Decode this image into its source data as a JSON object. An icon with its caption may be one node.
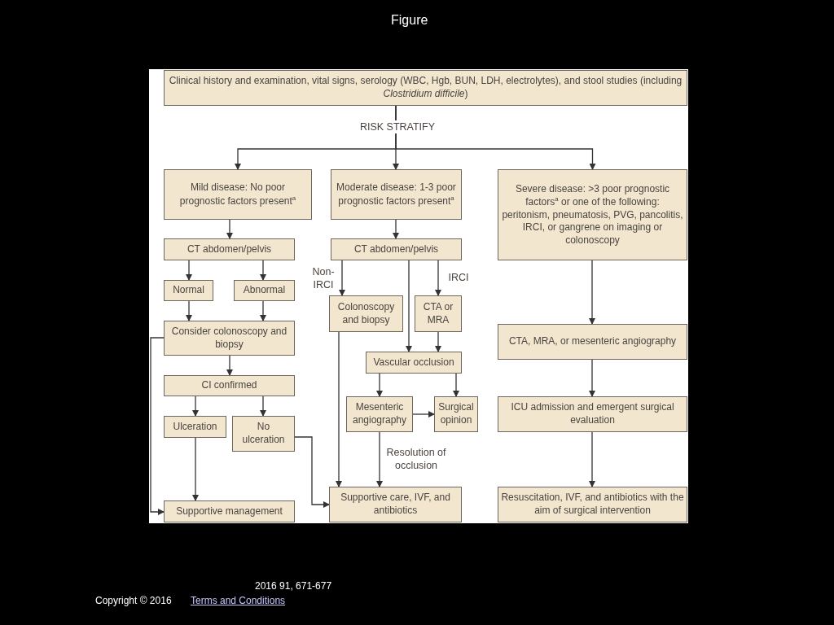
{
  "diagram": {
    "nodes": [
      {
        "text": [
          "Clinical history and examination, vital signs, serology (WBC, Hgb, BUN, LDH, electrolytes), and stool studies (including *Clostridium difficile*)"
        ]
      },
      {
        "text": [
          "Mild disease: No poor prognostic factors present$^{a}$"
        ]
      },
      {
        "text": [
          "Moderate disease: 1-3 poor prognostic factors present$^{a}$"
        ]
      },
      {
        "text": [
          "Severe disease: >3 poor prognostic factors$^{a}$ or one of the following: peritonism, pneumatosis, PVG, pancolitis, IRCI, or gangrene on imaging or colonoscopy"
        ]
      },
      {
        "text": [
          "CT abdomen/pelvis"
        ]
      },
      {
        "text": [
          "CT abdomen/pelvis"
        ]
      },
      {
        "text": [
          "Normal"
        ]
      },
      {
        "text": [
          "Abnormal"
        ]
      },
      {
        "text": [
          "Colonoscopy and biopsy"
        ]
      },
      {
        "text": [
          "CTA or MRA"
        ]
      },
      {
        "text": [
          "Consider colonoscopy and biopsy"
        ]
      },
      {
        "text": [
          "CTA, MRA, or mesenteric angiography"
        ]
      },
      {
        "text": [
          "Vascular occlusion"
        ]
      },
      {
        "text": [
          "CI confirmed"
        ]
      },
      {
        "text": [
          "Mesenteric angiography"
        ]
      },
      {
        "text": [
          "Surgical opinion"
        ]
      },
      {
        "text": [
          "Ulceration"
        ]
      },
      {
        "text": [
          "No ulceration"
        ]
      },
      {
        "text": [
          "ICU admission and emergent surgical evaluation"
        ]
      },
      {
        "text": [
          "Supportive management"
        ]
      },
      {
        "text": [
          "Supportive care, IVF, and antibiotics"
        ]
      },
      {
        "text": [
          "Resuscitation, IVF, and antibiotics with the aim of surgical intervention"
        ]
      }
    ],
    "edges": [
      {
        "from": 0,
        "to": 1,
        "arrow": "to"
      },
      {
        "from": 0,
        "to": 2,
        "arrow": "to",
        "label": "RISK STRATIFY"
      },
      {
        "from": 0,
        "to": 3,
        "arrow": "to"
      },
      {
        "from": 1,
        "to": 4,
        "arrow": "to"
      },
      {
        "from": 4,
        "to": 6,
        "arrow": "to"
      },
      {
        "from": 4,
        "to": 7,
        "arrow": "to"
      },
      {
        "from": 6,
        "to": 10,
        "arrow": "to"
      },
      {
        "from": 7,
        "to": 10,
        "arrow": "to"
      },
      {
        "from": 10,
        "to": 13,
        "arrow": "to"
      },
      {
        "from": 13,
        "to": 16,
        "arrow": "to"
      },
      {
        "from": 13,
        "to": 17,
        "arrow": "to"
      },
      {
        "from": 16,
        "to": 19,
        "arrow": "to"
      },
      {
        "from": 10,
        "to": 19,
        "arrow": "to"
      },
      {
        "from": 17,
        "to": 20,
        "arrow": "to"
      },
      {
        "from": 2,
        "to": 5,
        "arrow": "to"
      },
      {
        "from": 5,
        "to": 8,
        "arrow": "to",
        "label": "Non-IRCI"
      },
      {
        "from": 5,
        "to": 9,
        "arrow": "to",
        "label": "IRCI"
      },
      {
        "from": 5,
        "to": 12,
        "arrow": "to"
      },
      {
        "from": 9,
        "to": 12,
        "arrow": "to"
      },
      {
        "from": 12,
        "to": 14,
        "arrow": "to"
      },
      {
        "from": 12,
        "to": 15,
        "arrow": "to"
      },
      {
        "from": 14,
        "to": 15,
        "arrow": "to"
      },
      {
        "from": 14,
        "to": 20,
        "arrow": "to",
        "label": "Resolution of occlusion"
      },
      {
        "from": 8,
        "to": 20,
        "arrow": "to"
      },
      {
        "from": 3,
        "to": 11,
        "arrow": "to"
      },
      {
        "from": 11,
        "to": 18,
        "arrow": "to"
      },
      {
        "from": 18,
        "to": 21,
        "arrow": "to"
      }
    ],
    "labels": [
      "Figure",
      "2016 91, 671-677",
      "Copyright © 2016",
      "Terms and Conditions"
    ]
  }
}
